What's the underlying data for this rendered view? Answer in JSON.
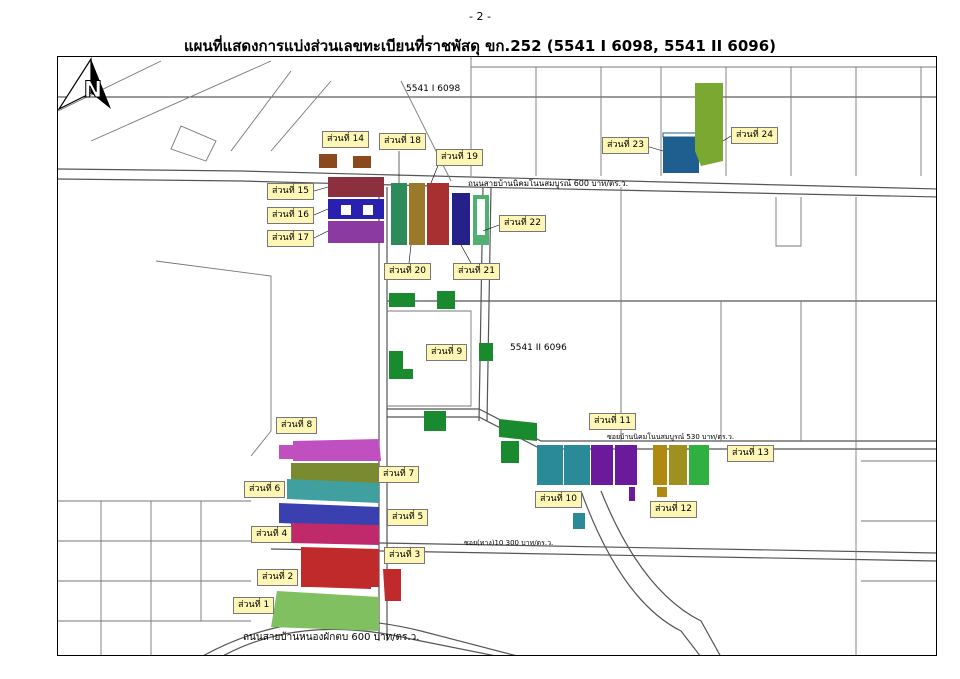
{
  "page_number": "- 2 -",
  "title": "แผนที่แสดงการแบ่งส่วนเลขทะเบียนที่ราชพัสดุ ขก.252 (5541 I 6098, 5541 II 6096)",
  "north_arrow_letter": "N",
  "sheet_labels": {
    "top": "5541 I 6098",
    "middle": "5541 II 6096"
  },
  "road_labels": {
    "north_road": "ถนนสายบ้านนิคมโนนสมบูรณ์ 600 บาท/ตร.ว.",
    "east_lane": "ซอยบ้านนิคมโนนสมบูรณ์ 530 บาท/ตร.ว.",
    "mid_lane": "ซอย(ทาง)10 300 บาท/ตร.ว.",
    "south_road": "ถนนสายบ้านหนองผักตบ 600 บาท/ตร.ว."
  },
  "colors": {
    "dark_green": "#1a8a2e",
    "brown": "#8a4a1e",
    "maroon": "#8c3040",
    "blue": "#2a20b0",
    "purple": "#8a3aa0",
    "teal_green": "#2d8a5a",
    "olive": "#9a7a2a",
    "red_brown": "#a83030",
    "navy": "#25208a",
    "light_green": "#50b070",
    "steel_blue": "#1f5f90",
    "lime": "#7aa830",
    "violet": "#9a4ac8",
    "olive_green": "#7a8a30",
    "cyan": "#40a0a0",
    "indigo": "#3a40b0",
    "magenta": "#c02a6a",
    "crimson": "#c02a2a",
    "grass": "#80c060",
    "teal": "#2a8a98",
    "dark_purple": "#6a1a9a",
    "gold": "#b08a10",
    "yellow_olive": "#a09020",
    "bright_green": "#30b040"
  },
  "parcels": [
    {
      "label": "ส่วนที่ 1"
    },
    {
      "label": "ส่วนที่ 2"
    },
    {
      "label": "ส่วนที่ 3"
    },
    {
      "label": "ส่วนที่ 4"
    },
    {
      "label": "ส่วนที่ 5"
    },
    {
      "label": "ส่วนที่ 6"
    },
    {
      "label": "ส่วนที่ 7"
    },
    {
      "label": "ส่วนที่ 8"
    },
    {
      "label": "ส่วนที่ 9"
    },
    {
      "label": "ส่วนที่ 10"
    },
    {
      "label": "ส่วนที่ 11"
    },
    {
      "label": "ส่วนที่ 12"
    },
    {
      "label": "ส่วนที่ 13"
    },
    {
      "label": "ส่วนที่ 14"
    },
    {
      "label": "ส่วนที่ 15"
    },
    {
      "label": "ส่วนที่ 16"
    },
    {
      "label": "ส่วนที่ 17"
    },
    {
      "label": "ส่วนที่ 18"
    },
    {
      "label": "ส่วนที่ 19"
    },
    {
      "label": "ส่วนที่ 20"
    },
    {
      "label": "ส่วนที่ 21"
    },
    {
      "label": "ส่วนที่ 22"
    },
    {
      "label": "ส่วนที่ 23"
    },
    {
      "label": "ส่วนที่ 24"
    }
  ]
}
